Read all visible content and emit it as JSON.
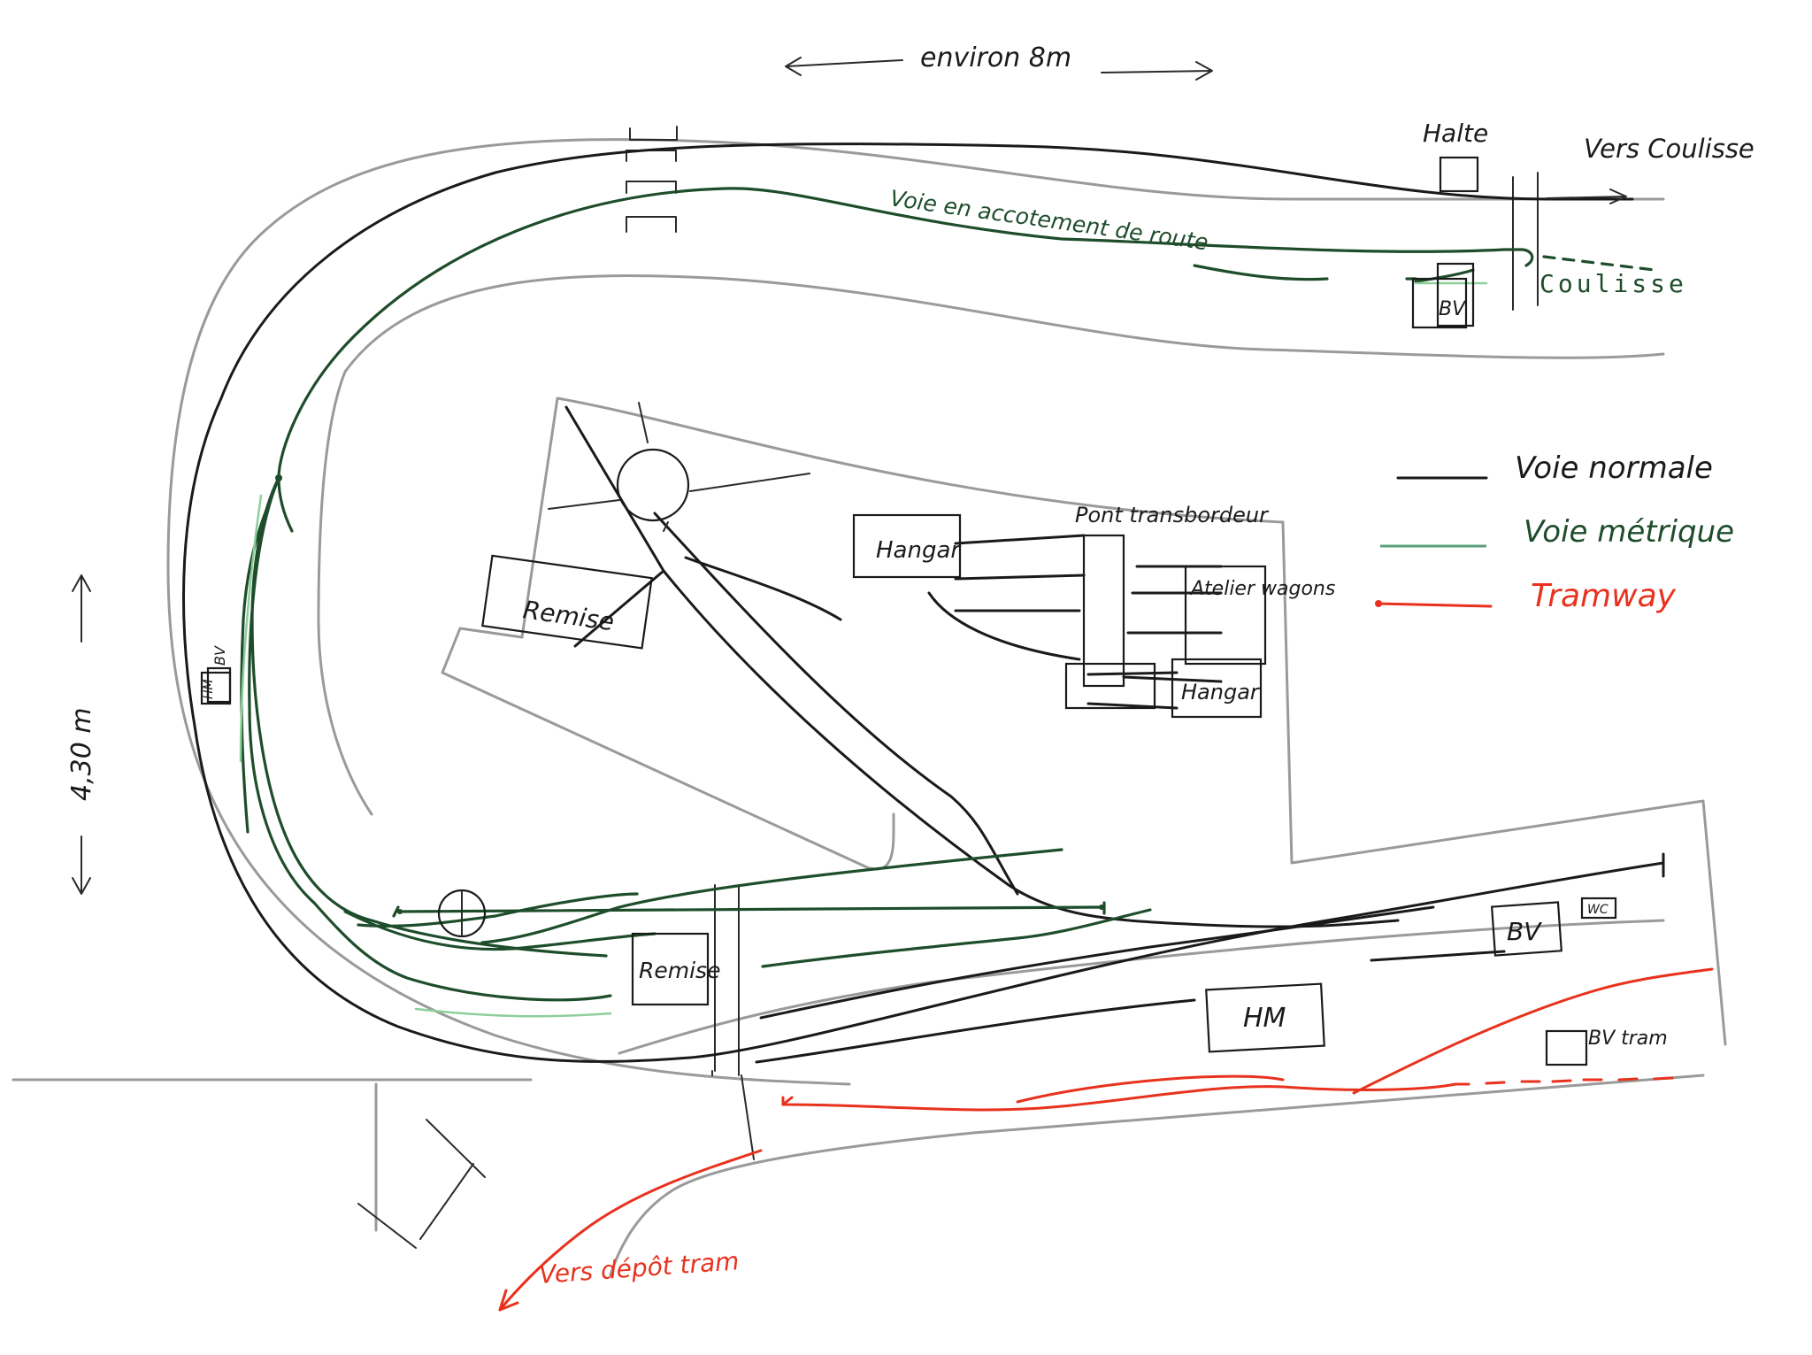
{
  "dimensions": {
    "width_label": "environ 8m",
    "height_label": "4,30 m"
  },
  "destinations": {
    "coulisse_exit": "Vers Coulisse",
    "tram_depot": "Vers dépôt tram"
  },
  "track_labels": {
    "roadside_track": "Voie en accotement de route",
    "coulisse": "Coulisse"
  },
  "buildings": {
    "halte": "Halte",
    "bv_top": "BV",
    "bv_left": "BV",
    "hm_left": "HM",
    "remise_upper": "Remise",
    "remise_lower": "Remise",
    "hangar_left": "Hangar",
    "atelier": "Atelier wagons",
    "hangar_right": "Hangar",
    "pont": "Pont transbordeur",
    "bv_main": "BV",
    "wc": "WC",
    "hm_main": "HM",
    "bv_tram": "BV tram"
  },
  "legend": {
    "items": [
      {
        "label": "Voie normale",
        "color": "#1a1a1a"
      },
      {
        "label": "Voie métrique",
        "color": "#1e4d2b"
      },
      {
        "label": "Tramway",
        "color": "#e8321e"
      }
    ]
  }
}
